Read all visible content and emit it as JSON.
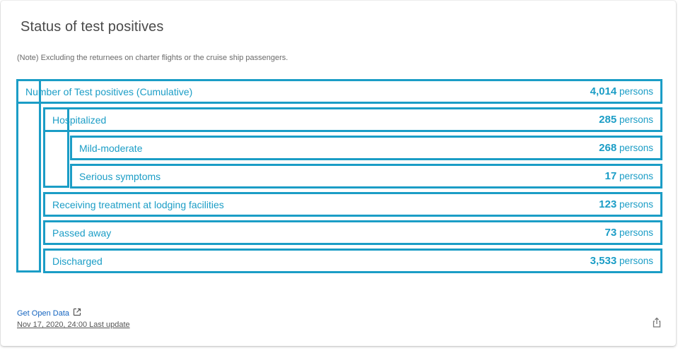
{
  "card": {
    "title": "Status of test positives",
    "note": "(Note) Excluding the returnees on charter flights or the cruise ship passengers."
  },
  "rows": [
    {
      "label": "Number of Test positives (Cumulative)",
      "value": "4,014",
      "unit": "persons"
    },
    {
      "label": "Hospitalized",
      "value": "285",
      "unit": "persons"
    },
    {
      "label": "Mild-moderate",
      "value": "268",
      "unit": "persons"
    },
    {
      "label": "Serious symptoms",
      "value": "17",
      "unit": "persons"
    },
    {
      "label": "Receiving treatment at lodging facilities",
      "value": "123",
      "unit": "persons"
    },
    {
      "label": "Passed away",
      "value": "73",
      "unit": "persons"
    },
    {
      "label": "Discharged",
      "value": "3,533",
      "unit": "persons"
    }
  ],
  "footer": {
    "open_data_label": "Get Open Data",
    "last_update": "Nov 17, 2020, 24:00 Last update"
  },
  "colors": {
    "accent": "#1b9dc6",
    "link": "#1565c0"
  },
  "icons": [
    "external-link-icon",
    "share-icon"
  ]
}
